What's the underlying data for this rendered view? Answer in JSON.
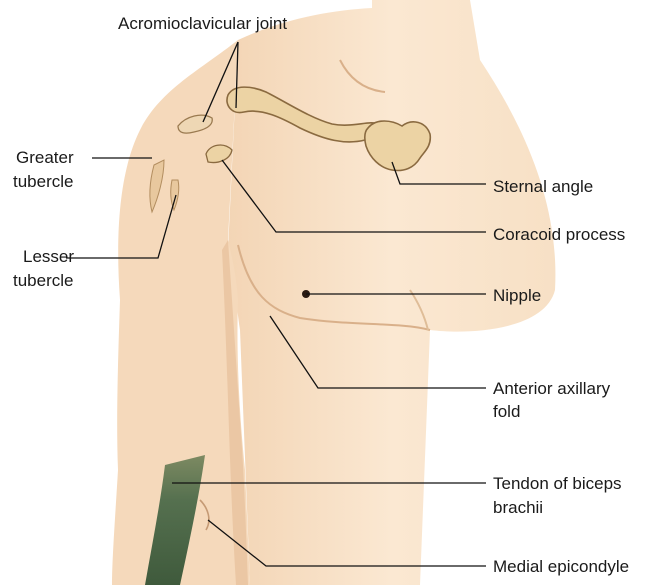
{
  "labels": {
    "acromioclavicular_joint": "Acromioclavicular joint",
    "greater_tubercle_line1": "Greater",
    "greater_tubercle_line2": "tubercle",
    "lesser_tubercle_line1": "Lesser",
    "lesser_tubercle_line2": "tubercle",
    "sternal_angle": "Sternal angle",
    "coracoid_process": "Coracoid process",
    "nipple": "Nipple",
    "anterior_axillary_fold_line1": "Anterior axillary",
    "anterior_axillary_fold_line2": "fold",
    "tendon_biceps_line1": "Tendon of biceps",
    "tendon_biceps_line2": "brachii",
    "medial_epicondyle": "Medial epicondyle"
  },
  "colors": {
    "skin": "#f9e3c9",
    "skin_shadow": "#e9c6a3",
    "bone": "#ecd3a4",
    "bone_outline": "#8a6a40",
    "tendon": "#4f6a4c",
    "leader_line": "#111111"
  }
}
